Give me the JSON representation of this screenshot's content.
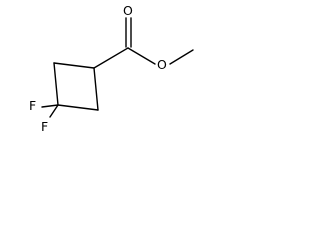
{
  "structure": {
    "atoms": {
      "fluorine_1": "F",
      "fluorine_2": "F",
      "carbonyl_oxygen": "O",
      "ester_oxygen": "O"
    },
    "colors": {
      "ink": "#000000",
      "background": "#ffffff"
    }
  }
}
